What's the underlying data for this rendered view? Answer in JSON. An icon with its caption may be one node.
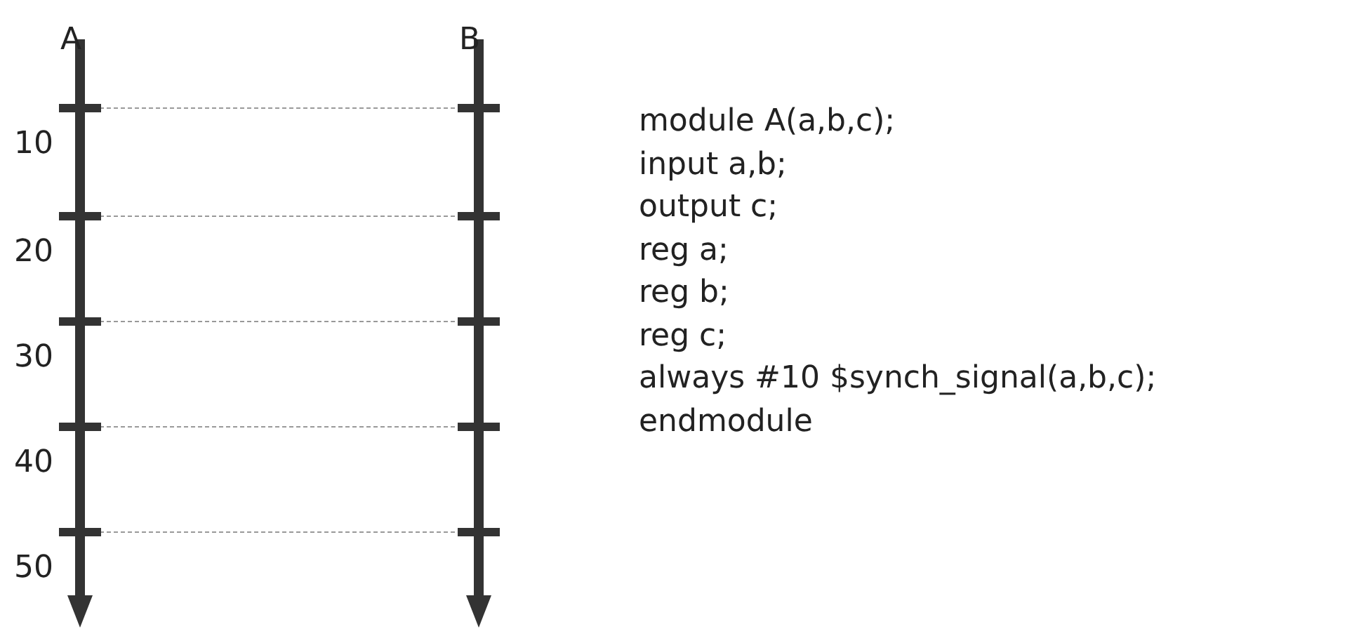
{
  "diagram": {
    "labels": [
      "A",
      "B",
      "10",
      "20",
      "30",
      "40",
      "50",
      "module A(a,b,c);",
      "input a,b;",
      "output c;",
      "reg a;",
      "reg b;",
      "reg c;",
      "always #10 $synch_signal(a,b,c);",
      "endmodule"
    ]
  }
}
